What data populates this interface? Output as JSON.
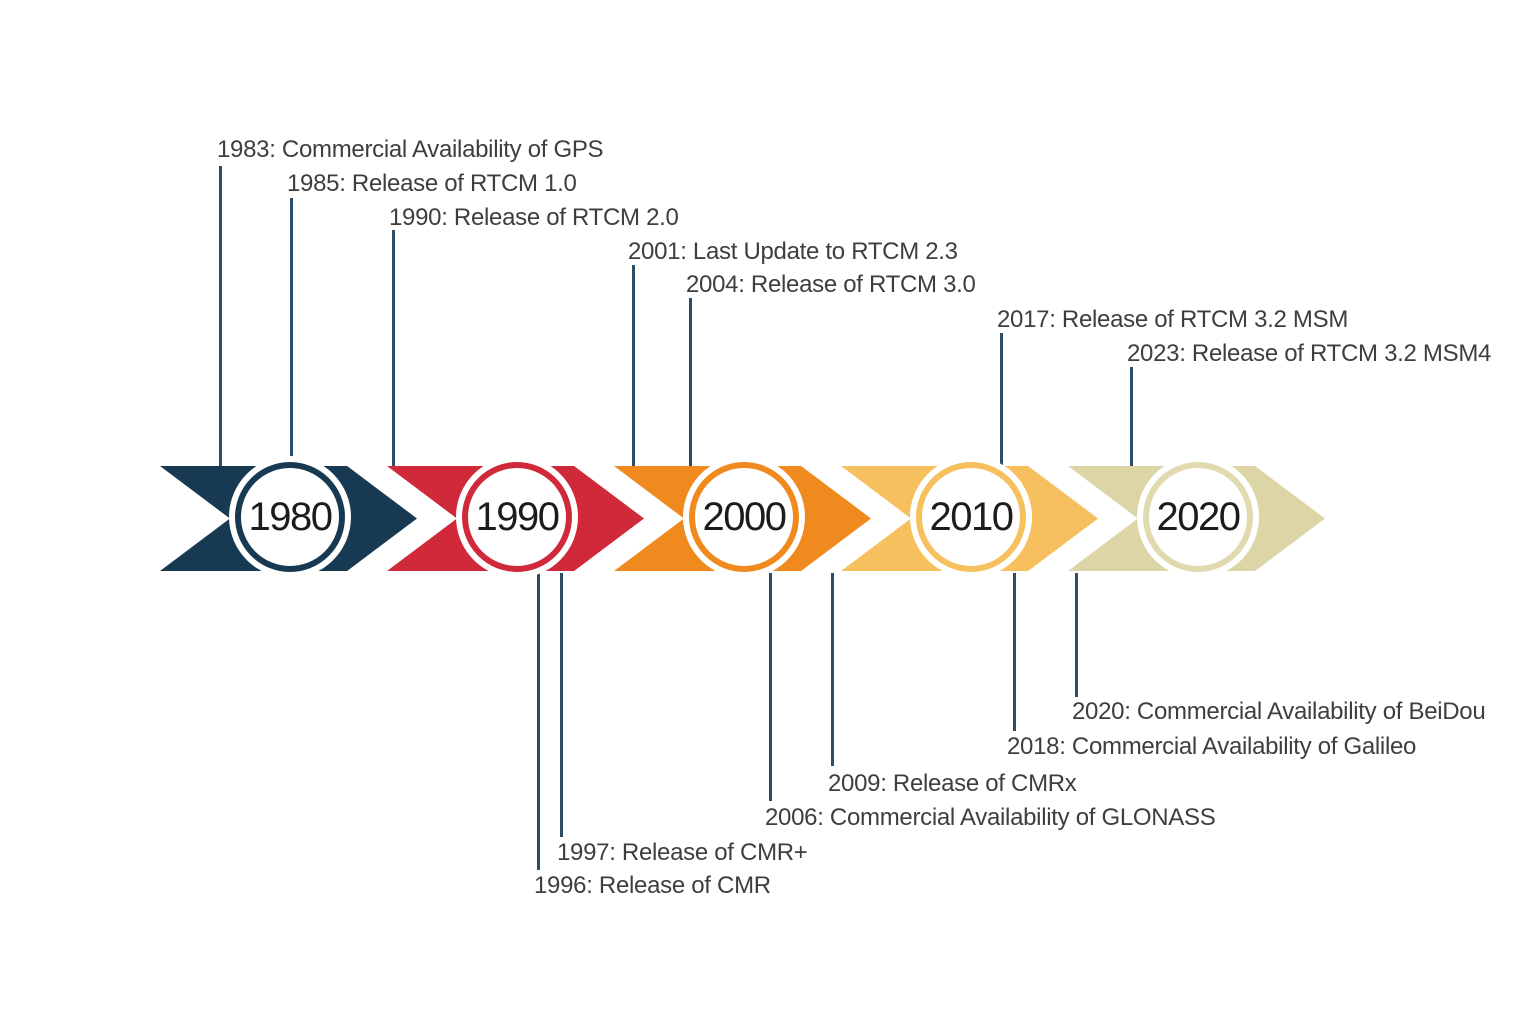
{
  "timeline": {
    "decades": [
      {
        "year": "1980",
        "color": "#173a52"
      },
      {
        "year": "1990",
        "color": "#d0293a"
      },
      {
        "year": "2000",
        "color": "#f08a1e"
      },
      {
        "year": "2010",
        "color": "#f7c05e"
      },
      {
        "year": "2020",
        "color": "#dcd6a6"
      }
    ],
    "events_above": [
      {
        "year": "1983",
        "label": "1983: Commercial Availability of GPS"
      },
      {
        "year": "1985",
        "label": "1985: Release of RTCM 1.0"
      },
      {
        "year": "1990",
        "label": "1990: Release of RTCM 2.0"
      },
      {
        "year": "2001",
        "label": "2001: Last Update to RTCM 2.3"
      },
      {
        "year": "2004",
        "label": "2004: Release of RTCM 3.0"
      },
      {
        "year": "2017",
        "label": "2017: Release of RTCM 3.2 MSM"
      },
      {
        "year": "2023",
        "label": "2023: Release of RTCM 3.2 MSM4"
      }
    ],
    "events_below": [
      {
        "year": "1996",
        "label": "1996: Release of CMR"
      },
      {
        "year": "1997",
        "label": "1997: Release of CMR+"
      },
      {
        "year": "2006",
        "label": "2006: Commercial Availability of GLONASS"
      },
      {
        "year": "2009",
        "label": "2009: Release of CMRx"
      },
      {
        "year": "2018",
        "label": "2018: Commercial Availability of Galileo"
      },
      {
        "year": "2020",
        "label": "2020: Commercial Availability of BeiDou"
      }
    ],
    "colors": {
      "connector": "#2e4e66",
      "label_text": "#3e3e3e",
      "year_text": "#1c1c1c",
      "background": "#ffffff"
    }
  }
}
